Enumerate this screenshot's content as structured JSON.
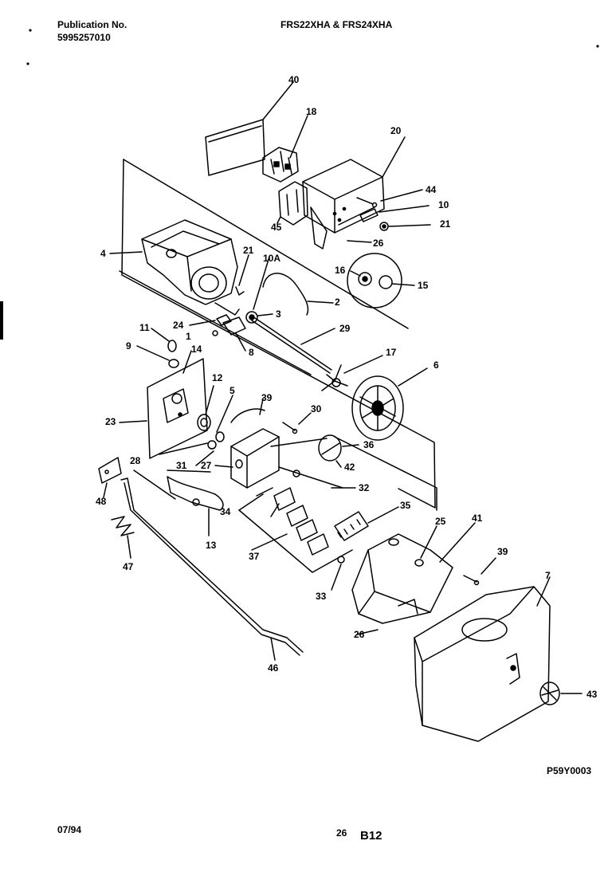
{
  "header": {
    "publication_label": "Publication No.",
    "publication_number": "5995257010",
    "models": "FRS22XHA & FRS24XHA"
  },
  "footer": {
    "date": "07/94",
    "page_number": "26",
    "section": "B12",
    "drawing_code": "P59Y0003"
  },
  "parts": [
    "40",
    "18",
    "20",
    "44",
    "10",
    "21",
    "45",
    "26",
    "4",
    "21",
    "10A",
    "16",
    "15",
    "2",
    "3",
    "24",
    "1",
    "8",
    "29",
    "11",
    "14",
    "9",
    "17",
    "6",
    "12",
    "5",
    "39",
    "30",
    "23",
    "36",
    "28",
    "31",
    "27",
    "42",
    "32",
    "48",
    "35",
    "34",
    "25",
    "41",
    "13",
    "37",
    "39",
    "47",
    "33",
    "7",
    "26",
    "46",
    "43"
  ]
}
